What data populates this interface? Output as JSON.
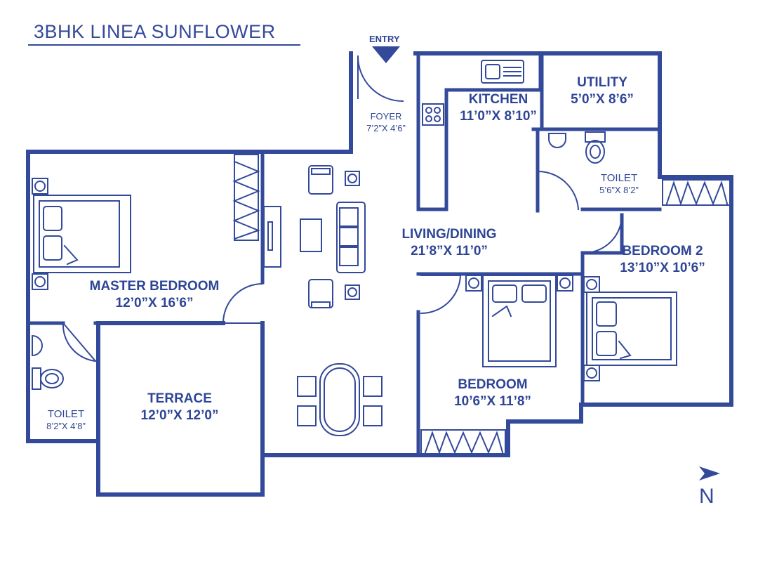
{
  "title": "3BHK  LINEA SUNFLOWER",
  "entry_label": "ENTRY",
  "north_label": "N",
  "rooms": {
    "master_bedroom": {
      "name": "MASTER BEDROOM",
      "size": "12’0”X 16’6”"
    },
    "living_dining": {
      "name": "LIVING/DINING",
      "size": "21’8”X 11’0”"
    },
    "kitchen": {
      "name": "KITCHEN",
      "size": "11’0”X 8’10”"
    },
    "utility": {
      "name": "UTILITY",
      "size": "5’0”X 8’6”"
    },
    "foyer": {
      "name": "FOYER",
      "size": "7’2”X 4’6”"
    },
    "toilet_right": {
      "name": "TOILET",
      "size": "5’6”X 8’2”"
    },
    "bedroom_2": {
      "name": "BEDROOM 2",
      "size": "13’10”X 10’6”"
    },
    "bedroom": {
      "name": "BEDROOM",
      "size": "10’6”X 11’8”"
    },
    "terrace": {
      "name": "TERRACE",
      "size": "12’0”X 12’0”"
    },
    "toilet_left": {
      "name": "TOILET",
      "size": "8’2”X 4’8”"
    }
  },
  "colors": {
    "wall": "#33499a",
    "text": "#2e4596",
    "background": "#ffffff"
  }
}
